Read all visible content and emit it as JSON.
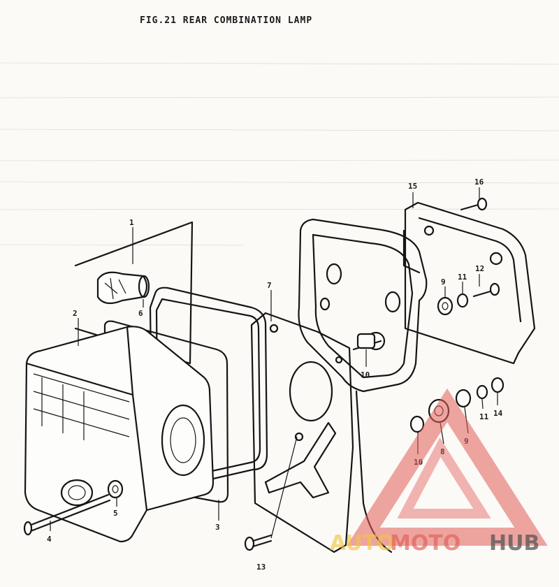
{
  "figure": {
    "title": "FIG.21  REAR COMBINATION LAMP"
  },
  "callouts": [
    {
      "id": "c1",
      "text": "1"
    },
    {
      "id": "c2",
      "text": "2"
    },
    {
      "id": "c3",
      "text": "3"
    },
    {
      "id": "c4",
      "text": "4"
    },
    {
      "id": "c5",
      "text": "5"
    },
    {
      "id": "c6",
      "text": "6"
    },
    {
      "id": "c7",
      "text": "7"
    },
    {
      "id": "c8",
      "text": "8"
    },
    {
      "id": "c9a",
      "text": "9"
    },
    {
      "id": "c9b",
      "text": "9"
    },
    {
      "id": "c10a",
      "text": "10"
    },
    {
      "id": "c10b",
      "text": "10"
    },
    {
      "id": "c11a",
      "text": "11"
    },
    {
      "id": "c11b",
      "text": "11"
    },
    {
      "id": "c12",
      "text": "12"
    },
    {
      "id": "c13",
      "text": "13"
    },
    {
      "id": "c14",
      "text": "14"
    },
    {
      "id": "c15",
      "text": "15"
    },
    {
      "id": "c16",
      "text": "16"
    }
  ],
  "watermark": {
    "part1": "AUTO",
    "part2": "MOTO",
    "part3": "HUB"
  },
  "colors": {
    "line": "#151515",
    "paper": "#fbfaf7",
    "wm_yellow": "#f2c542",
    "wm_red": "#e25d58",
    "wm_gray": "#555555"
  }
}
